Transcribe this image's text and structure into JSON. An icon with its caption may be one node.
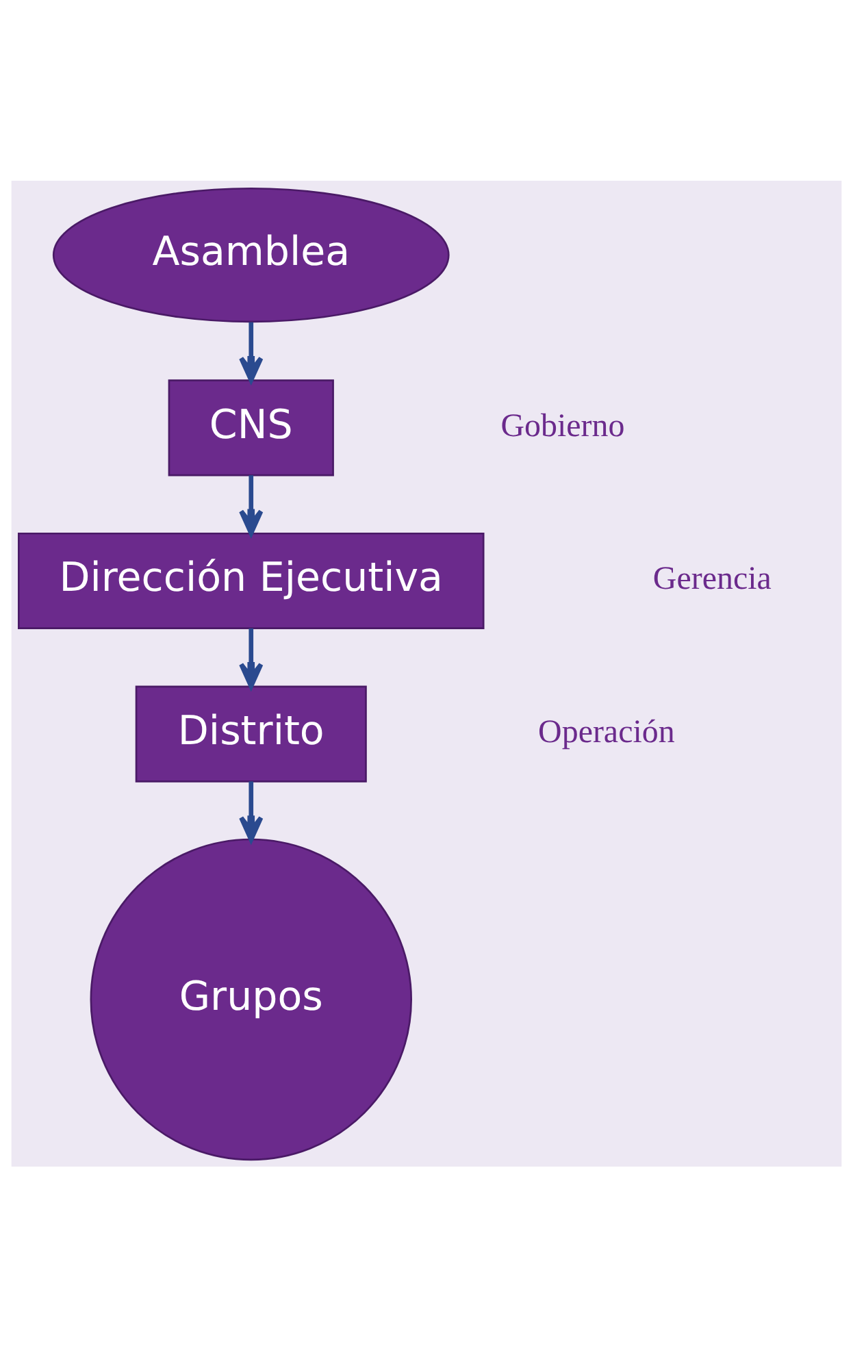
{
  "diagram": {
    "nodes": [
      {
        "text": [
          "Asamblea"
        ]
      },
      {
        "text": [
          "CNS"
        ]
      },
      {
        "text": [
          "Dirección Ejecutiva"
        ]
      },
      {
        "text": [
          "Distrito"
        ]
      },
      {
        "text": [
          "Grupos"
        ]
      }
    ],
    "edges": [
      {
        "from": 0,
        "to": 1,
        "arrow": "to"
      },
      {
        "from": 1,
        "to": 2,
        "arrow": "to"
      },
      {
        "from": 2,
        "to": 3,
        "arrow": "to"
      },
      {
        "from": 3,
        "to": 4,
        "arrow": "to"
      }
    ],
    "labels": [
      "Gobierno",
      "Gerencia",
      "Operación"
    ]
  }
}
